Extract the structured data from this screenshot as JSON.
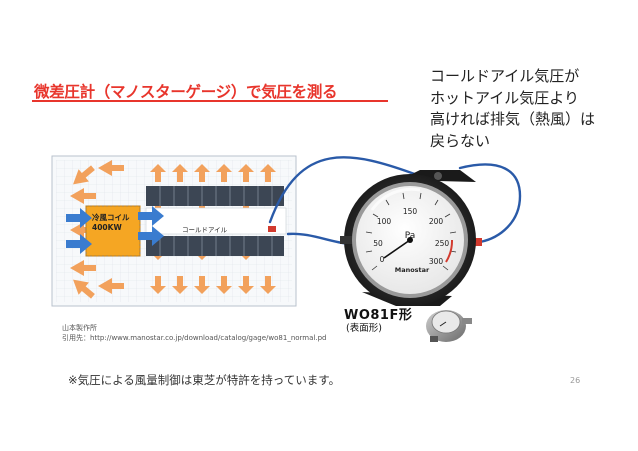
{
  "slide": {
    "title": "微差圧計（マノスターゲージ）で気圧を測る",
    "note_lines": [
      "コールドアイル気圧が",
      "ホットアイル気圧より",
      "高ければ排気（熱風）は",
      "戻らない"
    ],
    "model": "WO81F形",
    "model_sub": "(表面形)",
    "source_lines": [
      "山本製作所",
      "引用先：http://www.manostar.co.jp/download/catalog/gage/wo81_normal.pd"
    ],
    "footnote": "※気圧による風量制御は東芝が特許を持っています。",
    "page_number": "26"
  },
  "diagram": {
    "coil_label_line1": "冷風コイル",
    "coil_label_line2": "400KW",
    "aisle_label": "コールドアイル"
  },
  "gauge": {
    "unit": "Pa",
    "brand": "Manostar",
    "scale_labels": [
      "0",
      "50",
      "100",
      "150",
      "200",
      "250",
      "300"
    ]
  },
  "colors": {
    "title": "#e8352c",
    "hot_arrow": "#f2a15c",
    "cold_arrow": "#3a7ccf",
    "coil": "#f5a623",
    "hose": "#2a5aa8"
  }
}
